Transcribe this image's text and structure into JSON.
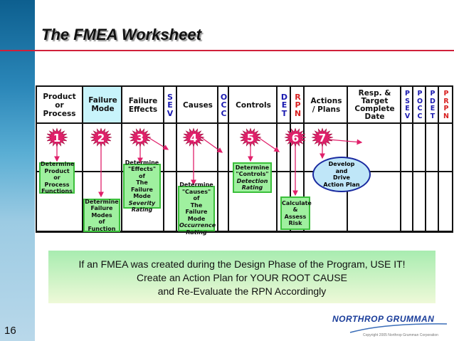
{
  "title": "The FMEA Worksheet",
  "headers": {
    "product": [
      "Product",
      "or",
      "Process"
    ],
    "failure_mode": [
      "Failure",
      "Mode"
    ],
    "failure_effects": [
      "Failure",
      "Effects"
    ],
    "sev": [
      "S",
      "E",
      "V"
    ],
    "causes": "Causes",
    "occ": [
      "O",
      "C",
      "C"
    ],
    "controls": "Controls",
    "det": [
      "D",
      "E",
      "T"
    ],
    "rpn": [
      "R",
      "P",
      "N"
    ],
    "actions": [
      "Actions",
      "/ Plans"
    ],
    "resp": [
      "Resp. &",
      "Target",
      "Complete",
      "Date"
    ],
    "psev": [
      "P",
      "S",
      "E",
      "V"
    ],
    "pocc": [
      "P",
      "O",
      "C",
      "C"
    ],
    "pdet": [
      "P",
      "D",
      "E",
      "T"
    ],
    "prpn": [
      "P",
      "R",
      "P",
      "N"
    ]
  },
  "steps": [
    "1",
    "2",
    "3",
    "4",
    "5",
    "6",
    "7"
  ],
  "boxes": {
    "b1": [
      "Determine",
      "Product or",
      "Process",
      "Functions"
    ],
    "b2": [
      "Determine",
      "Failure",
      "Modes",
      "of Function"
    ],
    "b3": [
      "Determine",
      "\"Effects\" of",
      "The Failure",
      "Mode",
      "Severity",
      "Rating"
    ],
    "b4": [
      "Determine",
      "\"Causes\" of",
      "The Failure",
      "Mode",
      "Occurrence",
      "Rating"
    ],
    "b5": [
      "Determine",
      "\"Controls\"",
      "Detection",
      "Rating"
    ],
    "b6": [
      "Calculate",
      "&",
      "Assess",
      "Risk"
    ],
    "b7": [
      "Develop",
      "and",
      "Drive",
      "Action Plan"
    ]
  },
  "note": [
    "If an FMEA was created during the Design Phase of the Program, USE IT!",
    "Create an Action Plan for YOUR ROOT CAUSE",
    "and Re-Evaluate the RPN Accordingly"
  ],
  "page_number": "16",
  "logo": "NORTHROP GRUMMAN",
  "copyright": "Copyright 2005 Northrop Grumman Corporation",
  "colors": {
    "star": "#e0206a",
    "arrow": "#e0206a",
    "header_highlight": "#c8f4fb",
    "box_fill": "#9ff09f",
    "title_rule": "#d0203a"
  }
}
